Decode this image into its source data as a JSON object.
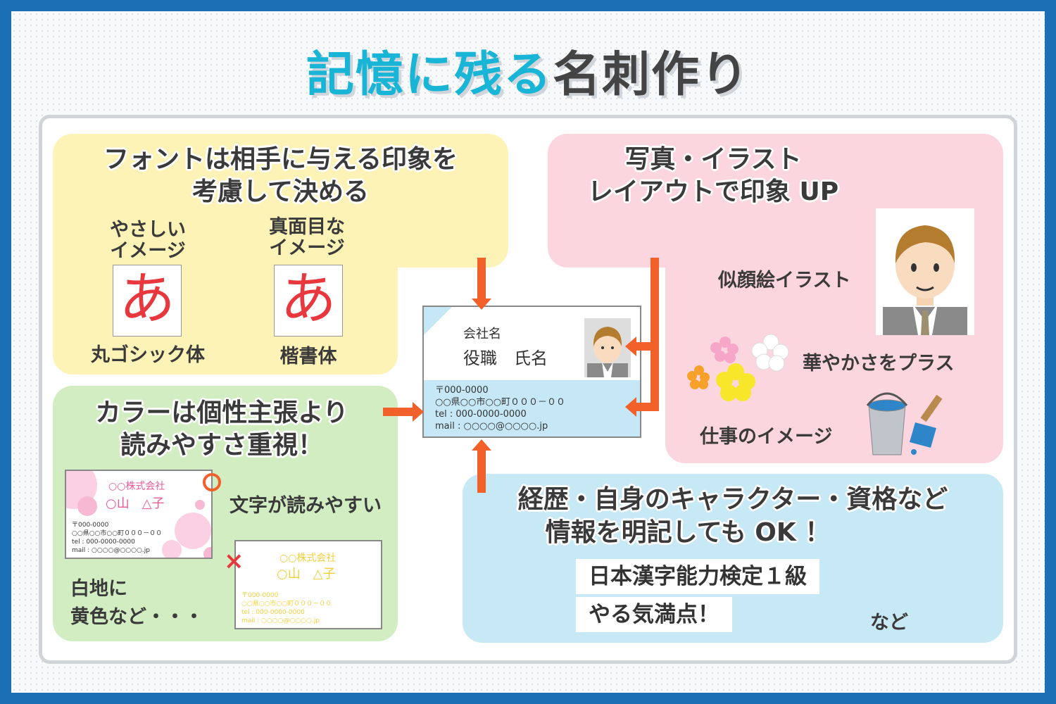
{
  "title": {
    "accent": "記憶に残る",
    "rest": "名刺作り"
  },
  "font_panel": {
    "heading_1": "フォントは相手に与える印象を",
    "heading_2": "考慮して決める",
    "left_caption_1": "やさしい",
    "left_caption_2": "イメージ",
    "right_caption_1": "真面目な",
    "right_caption_2": "イメージ",
    "glyph": "あ",
    "left_font_name": "丸ゴシック体",
    "right_font_name": "楷書体"
  },
  "color_panel": {
    "heading_1": "カラーは個性主張より",
    "heading_2": "読みやすさ重視！",
    "good_label": "文字が読みやすい",
    "bad_label_1": "白地に",
    "bad_label_2": "黄色など・・・",
    "good_mark": "○",
    "bad_mark": "×",
    "sample_company": "○○株式会社",
    "sample_name": "○山　△子",
    "sample_postal": "〒000-0000",
    "sample_address": "○○県○○市○○町０００－００",
    "sample_tel": "tel : 000-0000-0000",
    "sample_mail": "mail : ○○○○@○○○○.jp"
  },
  "photo_panel": {
    "heading_1": "写真・イラスト",
    "heading_2": "レイアウトで印象 UP",
    "portrait_label": "似顔絵イラスト",
    "flower_label": "華やかさをプラス",
    "work_label": "仕事のイメージ"
  },
  "center_card": {
    "company": "会社名",
    "title_name": "役職　氏名",
    "postal": "〒000-0000",
    "address": "○○県○○市○○町０００－００",
    "tel": "tel : 000-0000-0000",
    "mail": "mail : ○○○○@○○○○.jp"
  },
  "info_panel": {
    "heading_1": "経歴・自身のキャラクター・資格など",
    "heading_2": "情報を明記しても OK ！",
    "chip_1": "日本漢字能力検定１級",
    "chip_2": "やる気満点！",
    "etc": "など"
  },
  "colors": {
    "accent": "#19b5d6",
    "arrow": "#f2612a",
    "frame": "#1a6fb5"
  }
}
